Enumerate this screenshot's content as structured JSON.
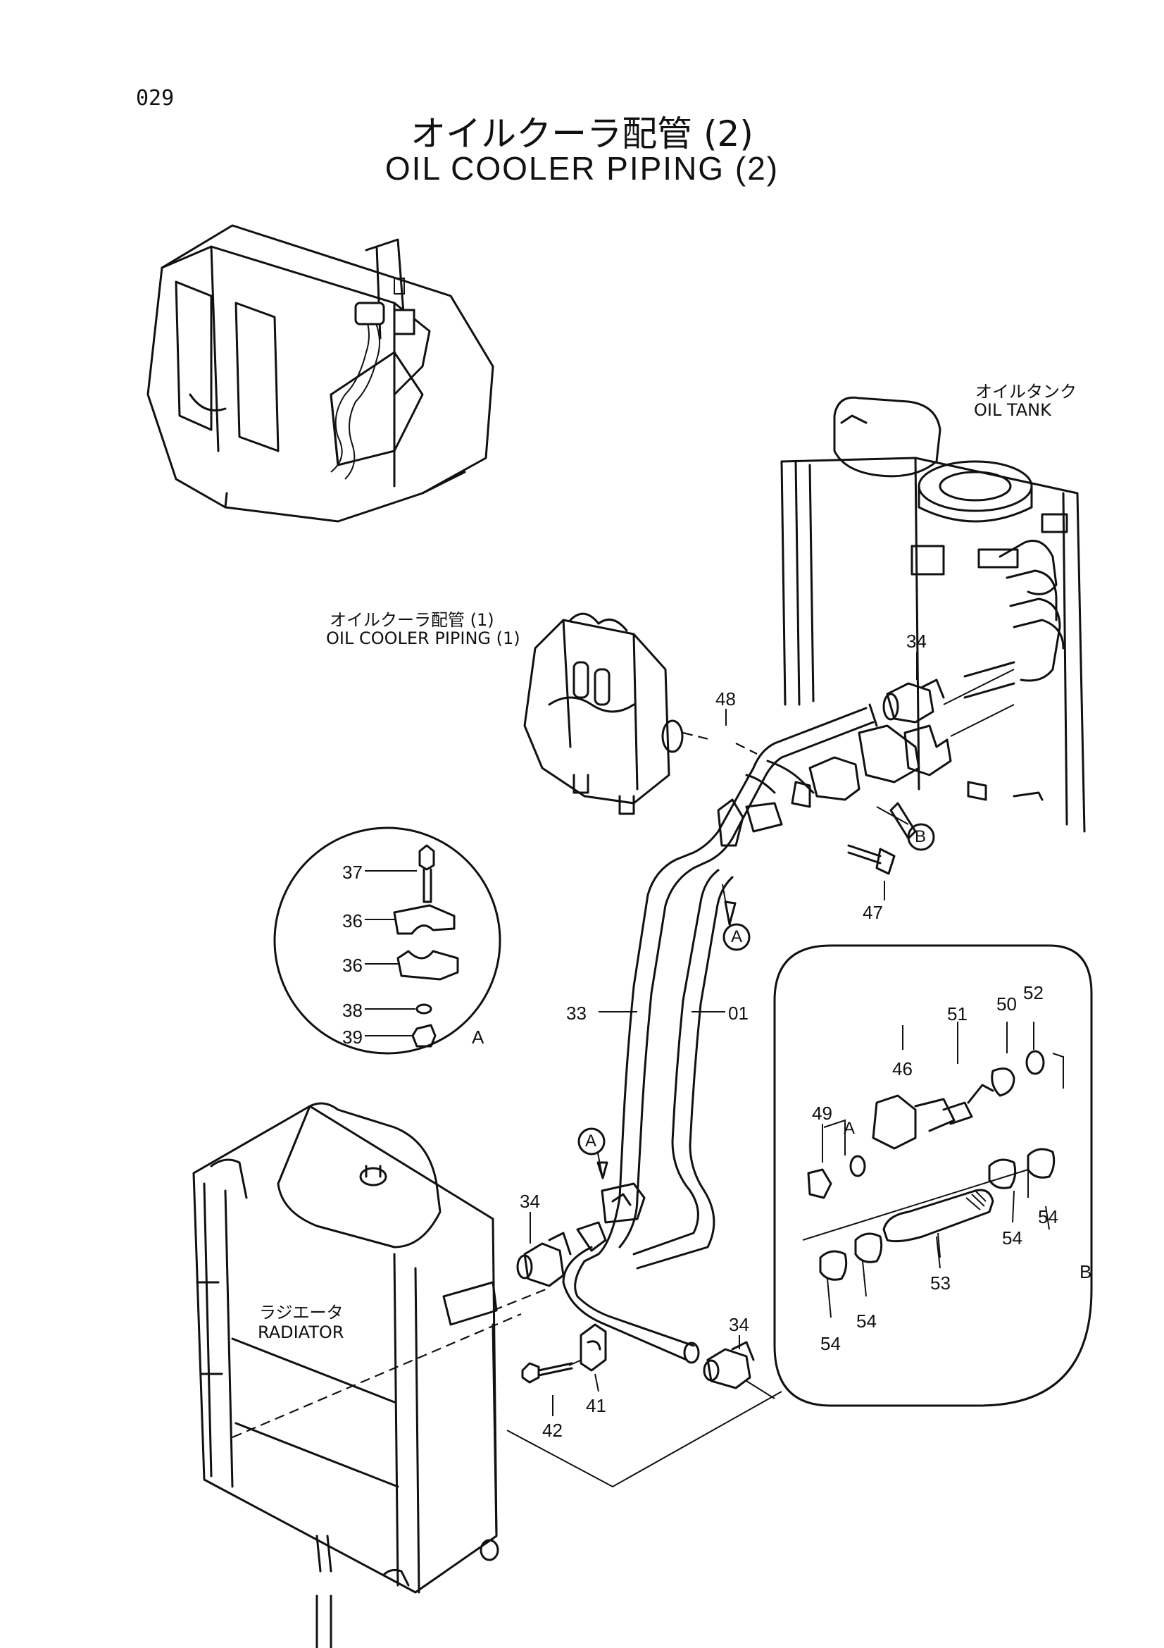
{
  "page_number": "029",
  "title_jp": "オイルクーラ配管 (2)",
  "title_en": "OIL COOLER PIPING (2)",
  "labels": {
    "oil_tank_jp": "オイルタンク",
    "oil_tank_en": "OIL TANK",
    "oil_cooler_piping1_jp": "オイルクーラ配管 (1)",
    "oil_cooler_piping1_en": "OIL COOLER PIPING (1)",
    "radiator_jp": "ラジエータ",
    "radiator_en": "RADIATOR"
  },
  "detail_refs": {
    "detail_a": "A",
    "detail_b": "B"
  },
  "callouts": {
    "a_main": "A",
    "a_lower": "A",
    "a_detail_b": "A",
    "b_main": "B"
  },
  "part_numbers": {
    "p34_tank": "34",
    "p48": "48",
    "p47": "47",
    "p37": "37",
    "p36_upper": "36",
    "p36_lower": "36",
    "p38": "38",
    "p39": "39",
    "p33": "33",
    "p01": "01",
    "p34_radiator": "34",
    "p34_lower": "34",
    "p42": "42",
    "p41": "41",
    "p46": "46",
    "p51": "51",
    "p50": "50",
    "p52": "52",
    "p49": "49",
    "p53": "53",
    "p54_a": "54",
    "p54_b": "54",
    "p54_c": "54",
    "p54_d": "54"
  }
}
